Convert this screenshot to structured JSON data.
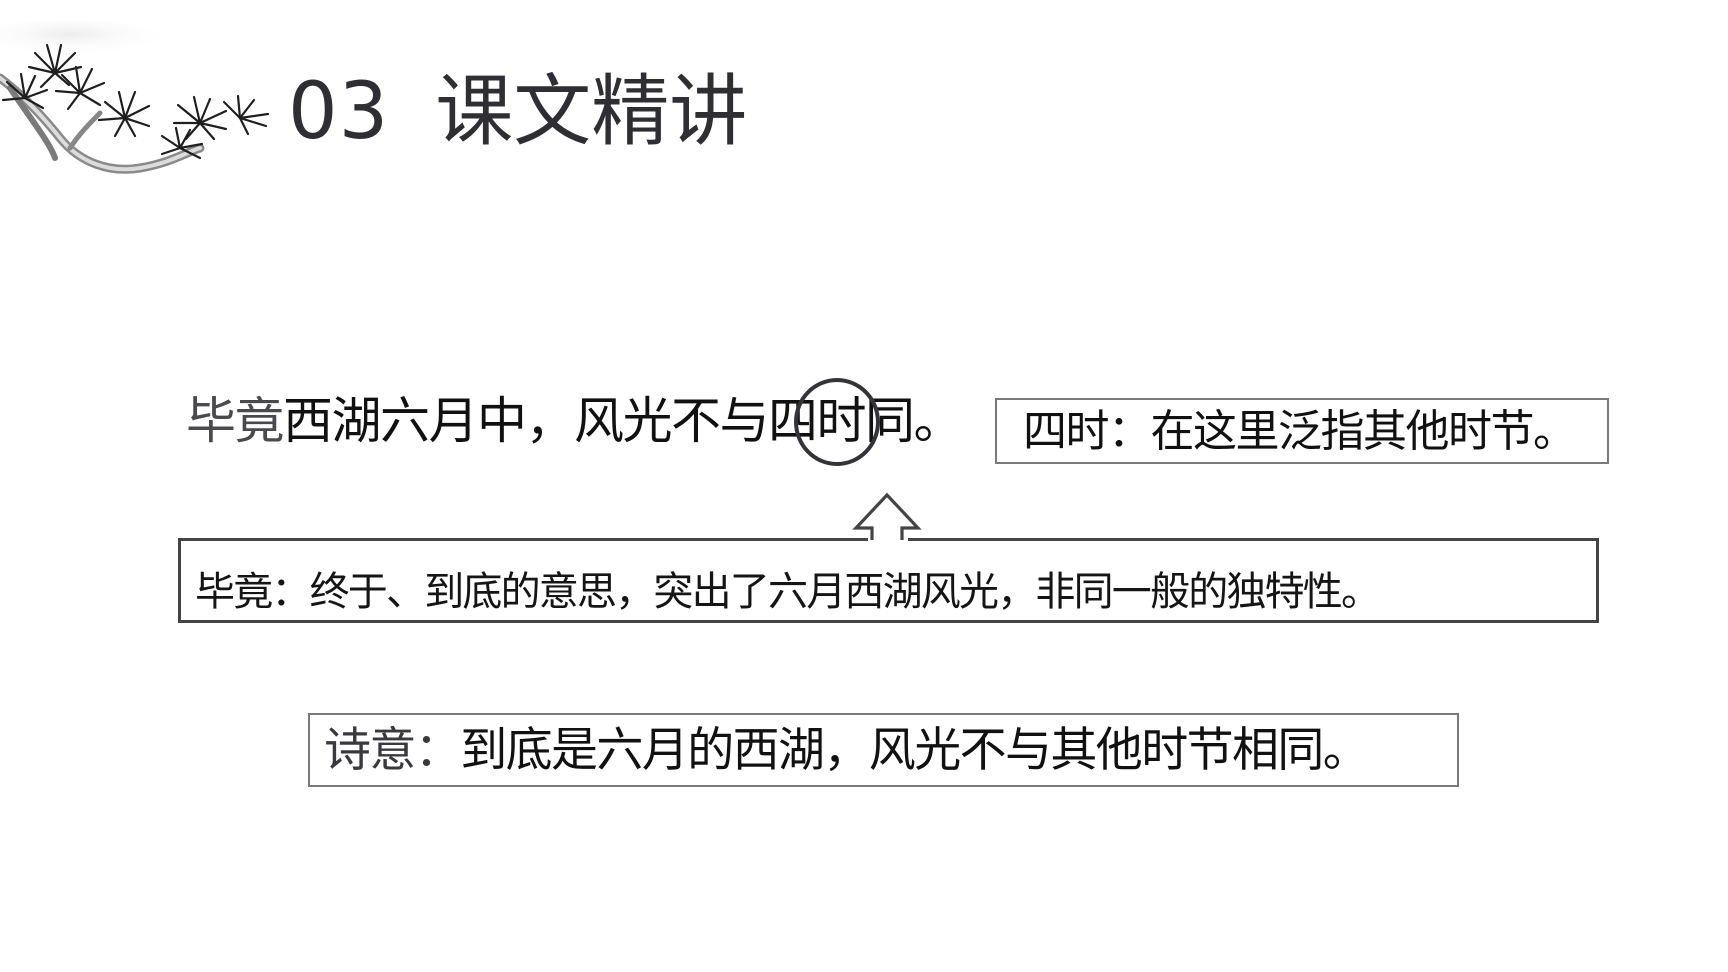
{
  "slide": {
    "title": {
      "number": "03",
      "text": "课文精讲"
    },
    "decoration": {
      "icon": "pine-branch-ink-painting"
    },
    "verse": {
      "lead": "毕竟",
      "rest": "西湖六月中，风光不与四时同。",
      "highlighted_word": "四时",
      "circled_char": "四"
    },
    "notes": [
      {
        "id": "sishi",
        "text": "四时：在这里泛指其他时节。"
      },
      {
        "id": "bijing",
        "text": "毕竟：终于、到底的意思，突出了六月西湖风光，非同一般的独特性。",
        "arrow": "up-arrow-outline"
      },
      {
        "id": "shiyi",
        "label": "诗意：",
        "text": "到底是六月的西湖，风光不与其他时节相同。"
      }
    ],
    "colors": {
      "background": "#ffffff",
      "title": "#2f2f33",
      "text": "#111111",
      "box_border_thin": "#7a7a7a",
      "box_border_thick": "#444444",
      "circle": "#333338"
    }
  }
}
